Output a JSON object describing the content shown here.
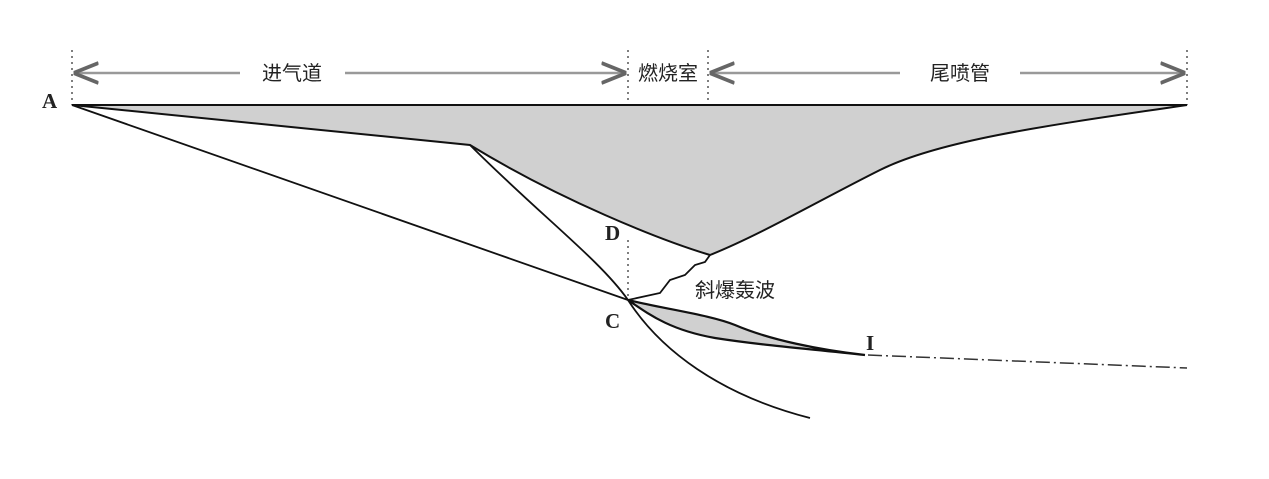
{
  "sections": {
    "inlet": "进气道",
    "combustor": "燃烧室",
    "nozzle": "尾喷管"
  },
  "points": {
    "a": "A",
    "c": "C",
    "d": "D",
    "i": "I"
  },
  "wave_label": "斜爆轰波",
  "colors": {
    "fill": "#d0d0d0",
    "stroke": "#111111",
    "arrow": "#888888"
  }
}
